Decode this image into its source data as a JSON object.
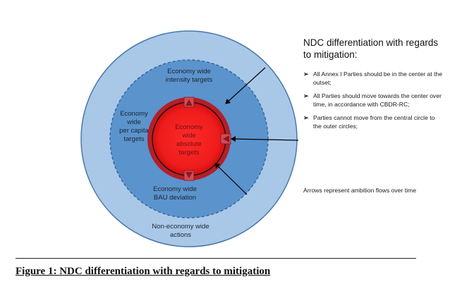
{
  "rings": {
    "outer": "Non-economy wide\nactions",
    "intensity": "Economy wide\nintensity targets",
    "per_capita": "Economy\nwide\nper capita\ntargets",
    "bau": "Economy wide\nBAU deviation",
    "center": "Economy\nwide\nabsolute\ntargets"
  },
  "colors": {
    "outer_ring": "#a9c8e8",
    "middle_ring": "#5b93cc",
    "center_fill": "#ee1c1c",
    "center_glow": "#c40a0a",
    "ring_stroke": "#4a78aa",
    "marker": "#d24a55"
  },
  "panel": {
    "title": "NDC differentiation with regards to mitigation:",
    "bullets": [
      "All Annex I Parties should be in the center at the outset;",
      "All Parties should move towards the center over time, in accordance with CBDR-RC;",
      "Parties cannot move from the central circle to the outer circles;"
    ],
    "footnote": "Arrows represent ambition flows over time"
  },
  "caption": "Figure 1: NDC differentiation with regards to mitigation"
}
